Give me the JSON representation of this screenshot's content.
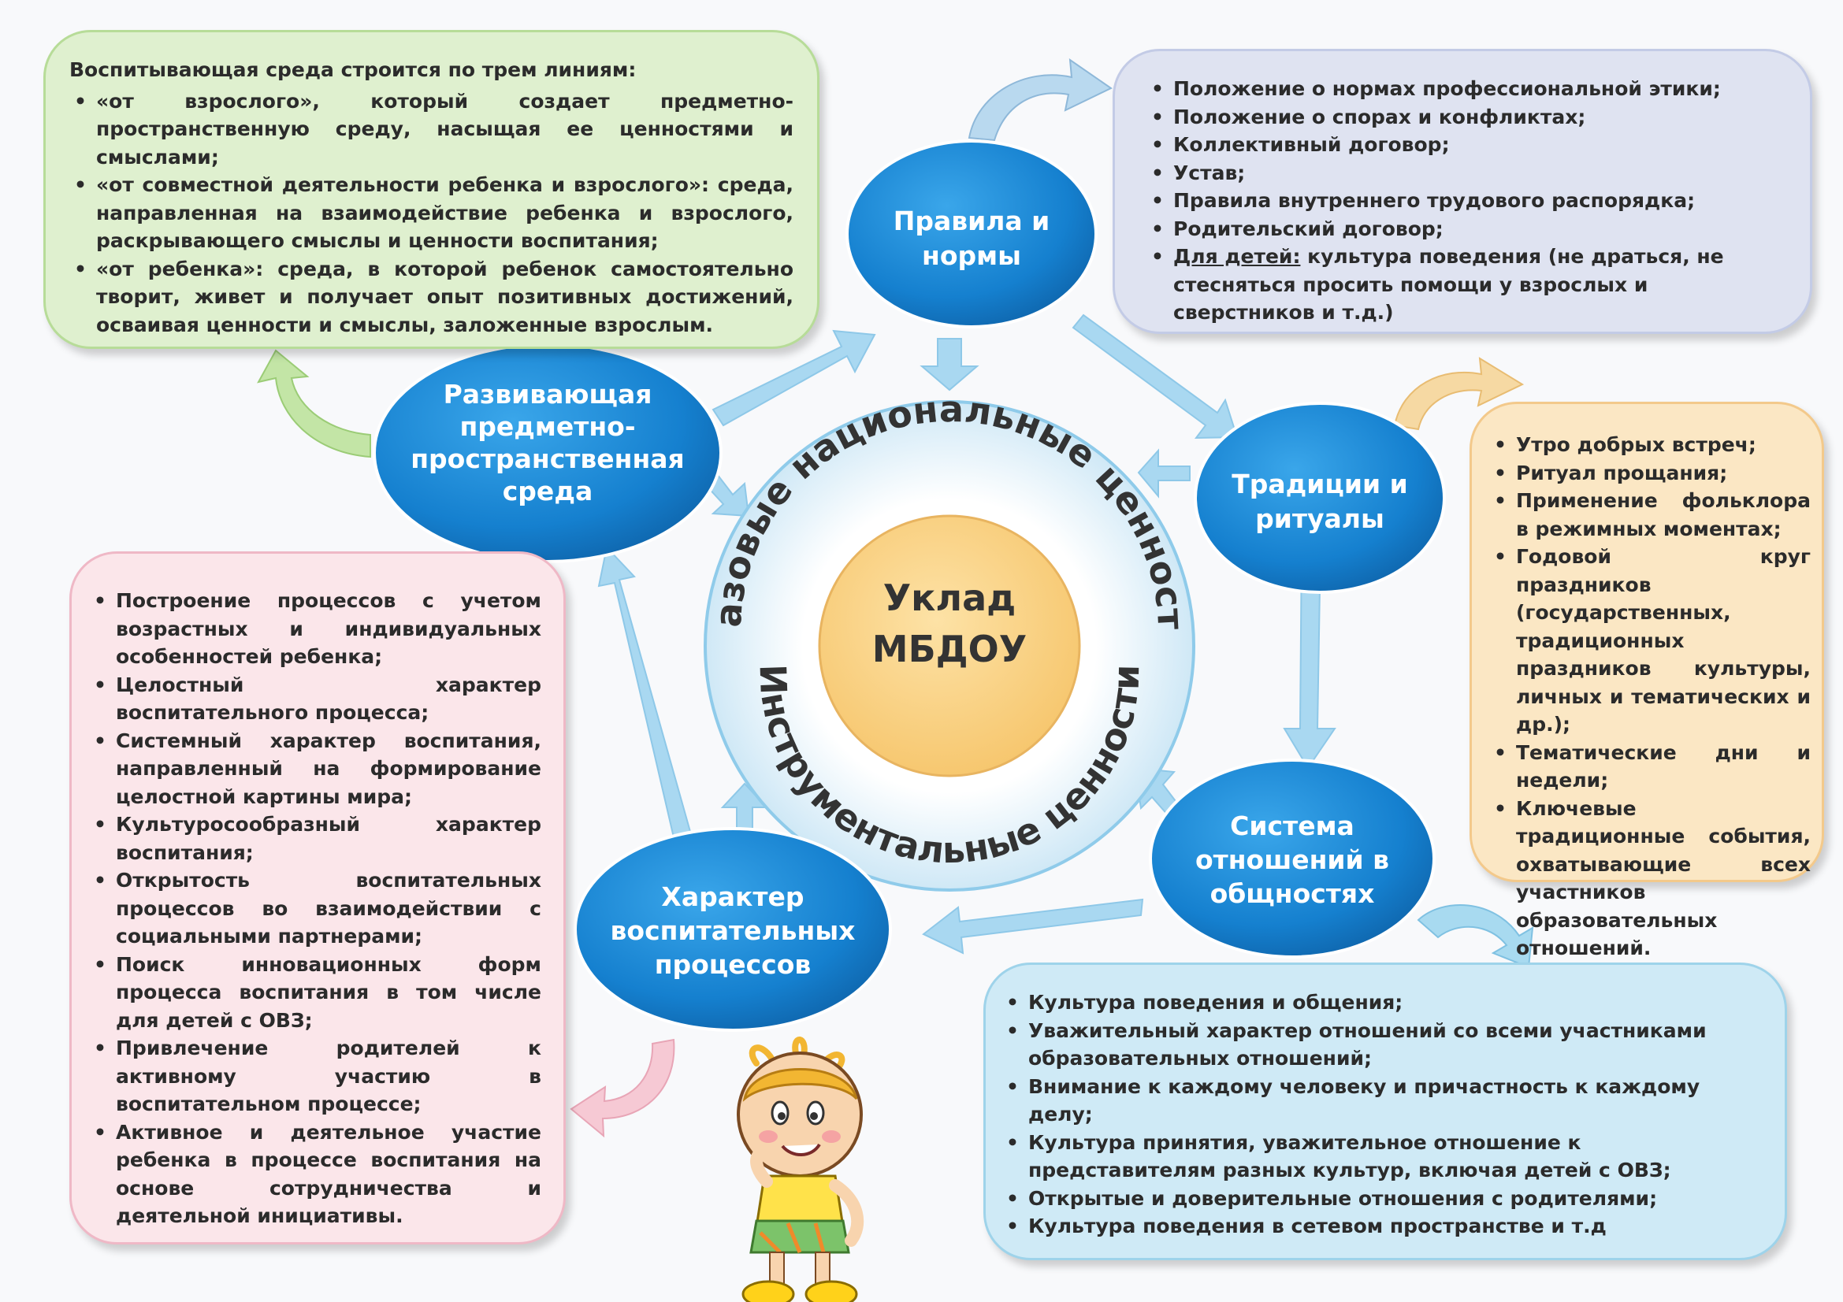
{
  "center": {
    "title_line1": "Уклад",
    "title_line2": "МБДОУ",
    "ring_top": "Базовые национальные ценности",
    "ring_bottom": "Инструментальные ценности"
  },
  "nodes": {
    "rules": [
      "Правила и",
      "нормы"
    ],
    "traditions": [
      "Традиции и",
      "ритуалы"
    ],
    "relations": [
      "Система",
      "отношений в",
      "общностях"
    ],
    "processes": [
      "Характер",
      "воспитательных",
      "процессов"
    ],
    "environment": [
      "Развивающая",
      "предметно-",
      "пространственная",
      "среда"
    ]
  },
  "green_box": {
    "lead": "Воспитывающая среда строится по трем линиям:",
    "items": [
      "«от взрослого», который создает предметно-пространственную среду, насыщая ее ценностями и смыслами;",
      "«от совместной деятельности ребенка и взрослого»: среда, направленная на взаимодействие ребенка и взрослого, раскрывающего смыслы и ценности воспитания;",
      "«от ребенка»: среда, в которой ребенок самостоятельно творит, живет и получает опыт позитивных достижений, осваивая ценности и смыслы, заложенные взрослым."
    ]
  },
  "purple_box": {
    "items": [
      "Положение о нормах профессиональной этики;",
      "Положение о спорах и конфликтах;",
      "Коллективный договор;",
      "Устав;",
      "Правила внутреннего трудового распорядка;",
      "Родительский договор;"
    ],
    "last_item_prefix": "Для детей:",
    "last_item_text": " культура поведения (не драться, не стесняться просить помощи у взрослых и сверстников и т.д.)"
  },
  "orange_box": {
    "items": [
      "Утро добрых встреч;",
      "Ритуал прощания;",
      "Применение фольклора в режимных моментах;",
      "Годовой круг праздников (государственных, традиционных праздников культуры, личных и тематических и др.);",
      "Тематические дни и недели;",
      "Ключевые традиционные события, охватывающие всех участников образовательных отношений."
    ]
  },
  "pink_box": {
    "items": [
      "Построение процессов с учетом возрастных и индивидуальных особенностей ребенка;",
      "Целостный характер воспитательного процесса;",
      "Системный характер воспитания, направленный на формирование целостной картины мира;",
      "Культуросообразный характер воспитания;",
      "Открытость воспитательных процессов во взаимодействии с социальными партнерами;",
      "Поиск инновационных форм процесса воспитания в том числе для детей с ОВЗ;",
      "Привлечение родителей к активному участию в воспитательном процессе;",
      "Активное и деятельное участие ребенка в процессе воспитания на основе сотрудничества и деятельной инициативы."
    ]
  },
  "blue_box": {
    "items": [
      "Культура поведения и общения;",
      "Уважительный характер отношений со всеми участниками образовательных отношений;",
      "Внимание к каждому человеку и причастность к каждому делу;",
      "Культура принятия, уважительное отношение к представителям разных культур, включая детей с ОВЗ;",
      "Открытые и доверительные отношения с родителями;",
      "Культура поведения в сетевом пространстве и т.д"
    ]
  },
  "colors": {
    "node_blue": "#1580cf",
    "center_core": "#fbd384",
    "arrow_blue": "#9fd3ef",
    "green": "#dff0cf",
    "purple": "#dfe3f1",
    "orange": "#fbe7c4",
    "pink": "#fbe6ea",
    "light_blue": "#cfeaf6"
  }
}
